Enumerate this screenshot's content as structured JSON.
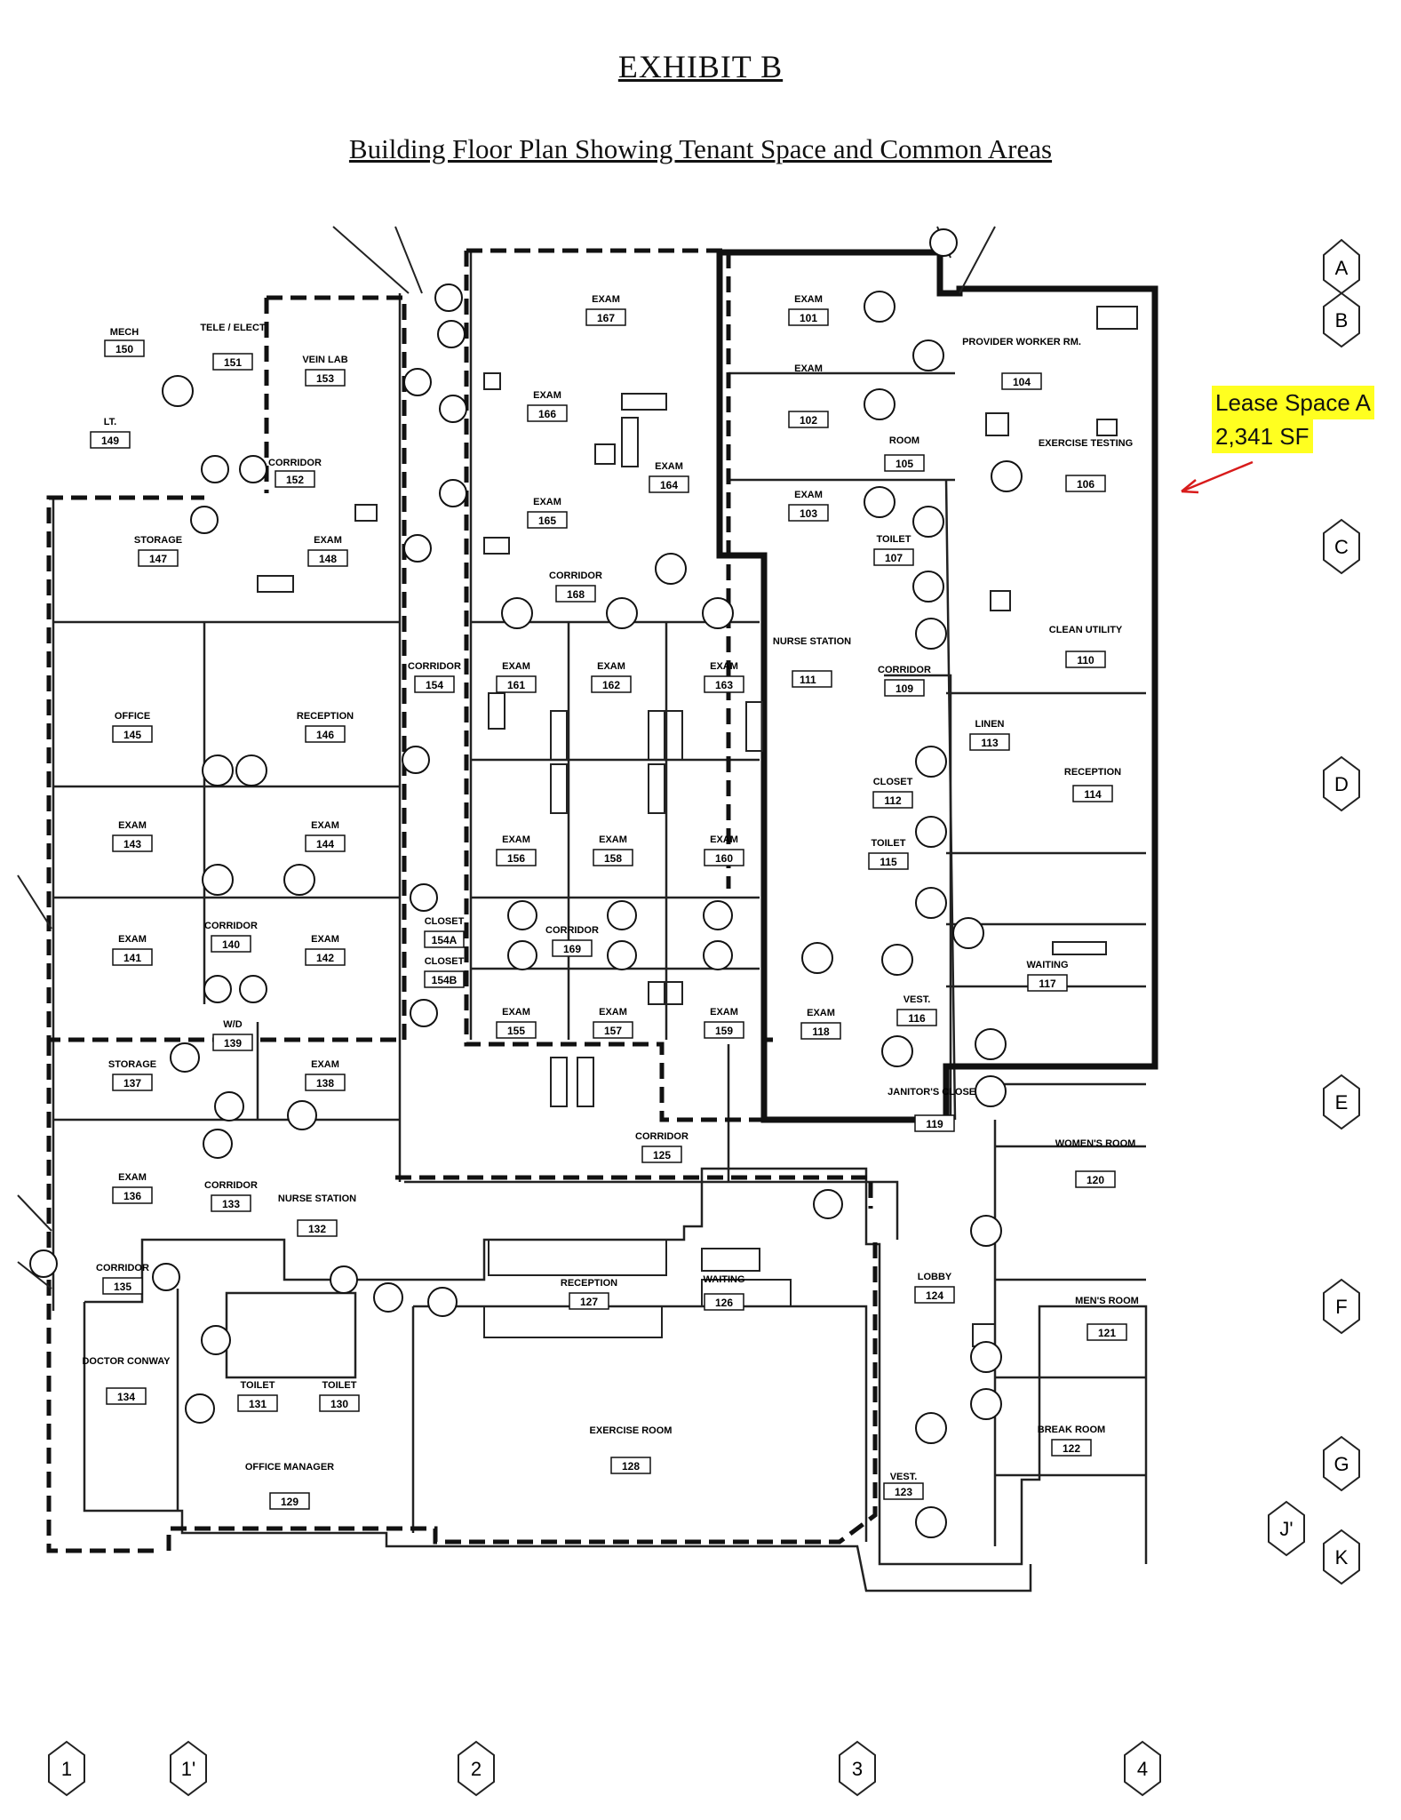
{
  "header": {
    "exhibit": "EXHIBIT B",
    "subtitle": "Building Floor Plan Showing Tenant Space and Common Areas"
  },
  "callout": {
    "line1": "Lease Space A",
    "line2": "2,341 SF",
    "highlight_color": "#ffff20",
    "arrow_color": "#d81b1b"
  },
  "grid_markers": {
    "rows": [
      "A",
      "B",
      "C",
      "D",
      "E",
      "F",
      "G",
      "J'",
      "K"
    ],
    "columns": [
      "1",
      "1'",
      "2",
      "3",
      "4"
    ]
  },
  "rooms": [
    {
      "name": "MECH",
      "num": "150"
    },
    {
      "name": "TELE / ELECT",
      "num": "151"
    },
    {
      "name": "VEIN LAB",
      "num": "153"
    },
    {
      "name": "LT.",
      "num": "149"
    },
    {
      "name": "CORRIDOR",
      "num": "152"
    },
    {
      "name": "STORAGE",
      "num": "147"
    },
    {
      "name": "EXAM",
      "num": "148"
    },
    {
      "name": "OFFICE",
      "num": "145"
    },
    {
      "name": "RECEPTION",
      "num": "146"
    },
    {
      "name": "EXAM",
      "num": "143"
    },
    {
      "name": "EXAM",
      "num": "144"
    },
    {
      "name": "EXAM",
      "num": "141"
    },
    {
      "name": "CORRIDOR",
      "num": "140"
    },
    {
      "name": "EXAM",
      "num": "142"
    },
    {
      "name": "W/D",
      "num": "139"
    },
    {
      "name": "STORAGE",
      "num": "137"
    },
    {
      "name": "EXAM",
      "num": "138"
    },
    {
      "name": "EXAM",
      "num": "136"
    },
    {
      "name": "CORRIDOR",
      "num": "133"
    },
    {
      "name": "NURSE STATION",
      "num": "132"
    },
    {
      "name": "CORRIDOR",
      "num": "135"
    },
    {
      "name": "DOCTOR CONWAY",
      "num": "134"
    },
    {
      "name": "TOILET",
      "num": "131"
    },
    {
      "name": "TOILET",
      "num": "130"
    },
    {
      "name": "OFFICE MANAGER",
      "num": "129"
    },
    {
      "name": "EXAM",
      "num": "167"
    },
    {
      "name": "EXAM",
      "num": "166"
    },
    {
      "name": "EXAM",
      "num": "165"
    },
    {
      "name": "EXAM",
      "num": "164"
    },
    {
      "name": "CORRIDOR",
      "num": "168"
    },
    {
      "name": "CORRIDOR",
      "num": "154"
    },
    {
      "name": "EXAM",
      "num": "161"
    },
    {
      "name": "EXAM",
      "num": "162"
    },
    {
      "name": "EXAM",
      "num": "163"
    },
    {
      "name": "EXAM",
      "num": "156"
    },
    {
      "name": "EXAM",
      "num": "158"
    },
    {
      "name": "EXAM",
      "num": "160"
    },
    {
      "name": "CORRIDOR",
      "num": "169"
    },
    {
      "name": "CLOSET",
      "num": "154A"
    },
    {
      "name": "CLOSET",
      "num": "154B"
    },
    {
      "name": "EXAM",
      "num": "155"
    },
    {
      "name": "EXAM",
      "num": "157"
    },
    {
      "name": "EXAM",
      "num": "159"
    },
    {
      "name": "CORRIDOR",
      "num": "125"
    },
    {
      "name": "RECEPTION",
      "num": "127"
    },
    {
      "name": "WAITING",
      "num": "126"
    },
    {
      "name": "EXERCISE ROOM",
      "num": "128"
    },
    {
      "name": "EXAM",
      "num": "101"
    },
    {
      "name": "EXAM",
      "num": "102"
    },
    {
      "name": "EXAM",
      "num": "103"
    },
    {
      "name": "ROOM",
      "num": "105"
    },
    {
      "name": "PROVIDER WORKER RM.",
      "num": "104"
    },
    {
      "name": "EXERCISE TESTING",
      "num": "106"
    },
    {
      "name": "TOILET",
      "num": "107"
    },
    {
      "name": "NURSE STATION",
      "num": "111"
    },
    {
      "name": "CLEAN UTILITY",
      "num": "110"
    },
    {
      "name": "CORRIDOR",
      "num": "109"
    },
    {
      "name": "LINEN",
      "num": "113"
    },
    {
      "name": "CLOSET",
      "num": "112"
    },
    {
      "name": "RECEPTION",
      "num": "114"
    },
    {
      "name": "TOILET",
      "num": "115"
    },
    {
      "name": "VEST.",
      "num": "116"
    },
    {
      "name": "WAITING",
      "num": "117"
    },
    {
      "name": "EXAM",
      "num": "118"
    },
    {
      "name": "JANITOR'S CLOSET",
      "num": "119"
    },
    {
      "name": "WOMEN'S ROOM",
      "num": "120"
    },
    {
      "name": "LOBBY",
      "num": "124"
    },
    {
      "name": "MEN'S ROOM",
      "num": "121"
    },
    {
      "name": "BREAK ROOM",
      "num": "122"
    },
    {
      "name": "VEST.",
      "num": "123"
    }
  ]
}
